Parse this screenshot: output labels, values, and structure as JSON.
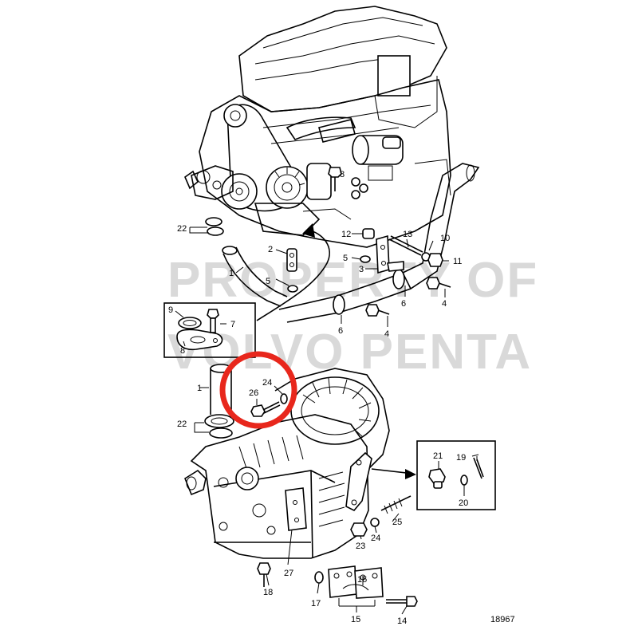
{
  "drawing": {
    "watermark": [
      "PROPERTY OF",
      "VOLVO PENTA"
    ],
    "drawing_number": "18967",
    "highlight_color": "#e8271c",
    "callouts": {
      "c1a": "1",
      "c1b": "1",
      "c2": "2",
      "c3": "3",
      "c4a": "4",
      "c4b": "4",
      "c5a": "5",
      "c5b": "5",
      "c6a": "6",
      "c6b": "6",
      "c7": "7",
      "c8a": "8",
      "c8b": "8",
      "c9": "9",
      "c10": "10",
      "c11": "11",
      "c12": "12",
      "c13": "13",
      "c14": "14",
      "c15": "15",
      "c16": "16",
      "c17": "17",
      "c18": "18",
      "c19": "19",
      "c20": "20",
      "c21": "21",
      "c22a": "22",
      "c22b": "22",
      "c23": "23",
      "c24a": "24",
      "c24b": "24",
      "c25": "25",
      "c26": "26",
      "c27": "27"
    }
  }
}
